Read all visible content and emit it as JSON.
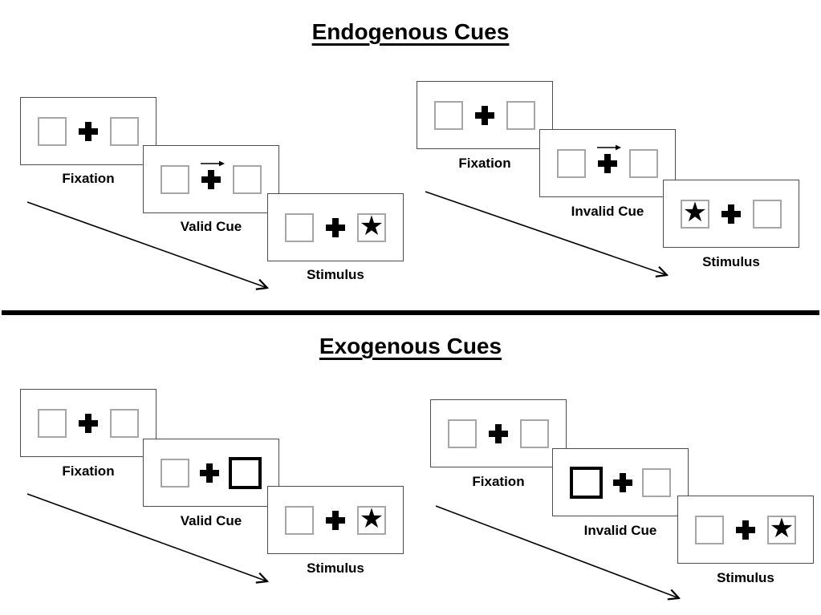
{
  "sections": [
    {
      "title": "Endogenous Cues",
      "groups": [
        {
          "name": "endogenous-valid",
          "panels": [
            {
              "label": "Fixation"
            },
            {
              "label": "Valid Cue"
            },
            {
              "label": "Stimulus"
            }
          ]
        },
        {
          "name": "endogenous-invalid",
          "panels": [
            {
              "label": "Fixation"
            },
            {
              "label": "Invalid Cue"
            },
            {
              "label": "Stimulus"
            }
          ]
        }
      ]
    },
    {
      "title": "Exogenous Cues",
      "groups": [
        {
          "name": "exogenous-valid",
          "panels": [
            {
              "label": "Fixation"
            },
            {
              "label": "Valid Cue"
            },
            {
              "label": "Stimulus"
            }
          ]
        },
        {
          "name": "exogenous-invalid",
          "panels": [
            {
              "label": "Fixation"
            },
            {
              "label": "Invalid Cue"
            },
            {
              "label": "Stimulus"
            }
          ]
        }
      ]
    }
  ],
  "icons": {
    "star": "★"
  },
  "colors": {
    "panel_border": "#4d4d4d",
    "square_border": "#a6a6a6",
    "cued_square_border": "#000000",
    "divider": "#000000",
    "text": "#000000",
    "background": "#ffffff"
  }
}
